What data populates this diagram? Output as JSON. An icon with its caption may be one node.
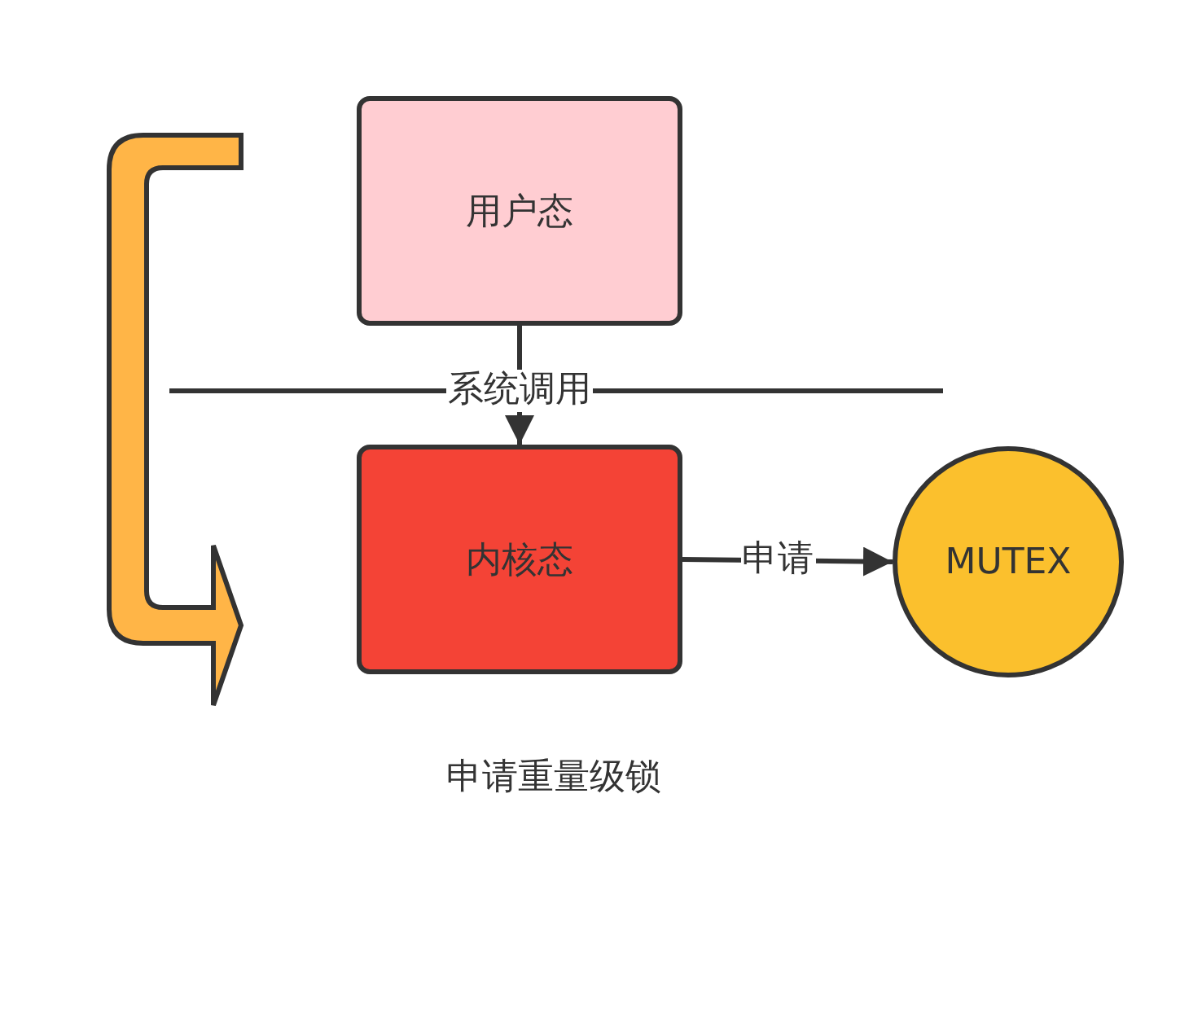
{
  "diagram": {
    "nodes": [
      {
        "text": [
          "用户态"
        ]
      },
      {
        "text": [
          "内核态"
        ]
      },
      {
        "text": [
          "MUTEX"
        ]
      }
    ],
    "edges": [
      {
        "from": 0,
        "to": 1,
        "arrow": "to",
        "label": "系统调用"
      },
      {
        "from": 1,
        "to": 2,
        "arrow": "to",
        "label": "申请"
      }
    ],
    "labels": [
      "申请重量级锁"
    ]
  }
}
